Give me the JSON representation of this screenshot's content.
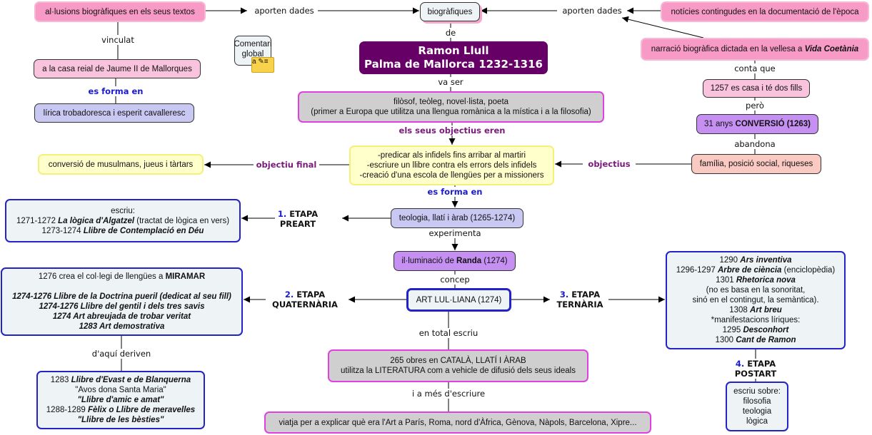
{
  "nodes": {
    "alusions": [
      [
        {
          "t": "al·lusions biogràfiques en els seus textos",
          "s": ""
        }
      ]
    ],
    "biografiques": [
      [
        {
          "t": "biogràfiques",
          "s": ""
        }
      ]
    ],
    "noticies": [
      [
        {
          "t": "notícies contingudes en la documentació de l'època",
          "s": ""
        }
      ]
    ],
    "narracio": [
      [
        {
          "t": "narració biogràfica dictada en la vellesa a ",
          "s": ""
        },
        {
          "t": "Vida Coetània",
          "s": "bi"
        }
      ]
    ],
    "casa_reial": [
      [
        {
          "t": "a la casa reial de Jaume II de Mallorques",
          "s": ""
        }
      ]
    ],
    "lirica": [
      [
        {
          "t": "lírica trobadoresca i esperit cavalleresc",
          "s": ""
        }
      ]
    ],
    "comentari": [
      [
        {
          "t": "Comentari",
          "s": ""
        }
      ],
      [
        {
          "t": "global",
          "s": ""
        }
      ]
    ],
    "ramon": [
      [
        {
          "t": "Ramon Llull",
          "s": ""
        }
      ],
      [
        {
          "t": "Palma de Mallorca 1232-1316",
          "s": ""
        }
      ]
    ],
    "filosof": [
      [
        {
          "t": "filòsof, teòleg, novel·lista, poeta",
          "s": ""
        }
      ],
      [
        {
          "t": "(primer a Europa que utilitza una llengua romànica a la mística i a la filosofia)",
          "s": ""
        }
      ]
    ],
    "casa_1257": [
      [
        {
          "t": "1257 es casa i té dos fills",
          "s": ""
        }
      ]
    ],
    "conversio": [
      [
        {
          "t": "31 anys ",
          "s": ""
        },
        {
          "t": "CONVERSIÓ (1263)",
          "s": "b"
        }
      ]
    ],
    "familia": [
      [
        {
          "t": "família, posició social, riqueses",
          "s": ""
        }
      ]
    ],
    "objectius": [
      [
        {
          "t": "-predicar als infidels fins arribar al martiri",
          "s": ""
        }
      ],
      [
        {
          "t": "-escriure un llibre contra els errors dels infidels",
          "s": ""
        }
      ],
      [
        {
          "t": "-creació d'una escola de llengües per a missioners",
          "s": ""
        }
      ]
    ],
    "musulmans": [
      [
        {
          "t": "conversió de musulmans, jueus i tàrtars",
          "s": ""
        }
      ]
    ],
    "preart": [
      [
        {
          "t": "escriu:",
          "s": ""
        }
      ],
      [
        {
          "t": "1271-1272 ",
          "s": ""
        },
        {
          "t": "La lògica d'Algatzel",
          "s": "bi"
        },
        {
          "t": " (tractat de lògica en vers)",
          "s": ""
        }
      ],
      [
        {
          "t": "1273-1274 ",
          "s": ""
        },
        {
          "t": "Llibre de Contemplació en Déu",
          "s": "bi"
        }
      ]
    ],
    "teologia": [
      [
        {
          "t": "teologia, llatí i àrab (1265-1274)",
          "s": ""
        }
      ]
    ],
    "illuminacio": [
      [
        {
          "t": "il·luminació de ",
          "s": ""
        },
        {
          "t": "Randa",
          "s": "b"
        },
        {
          "t": " (1274)",
          "s": ""
        }
      ]
    ],
    "art": [
      [
        {
          "t": "ART LUL·LIANA (1274)",
          "s": ""
        }
      ]
    ],
    "miramar": [
      [
        {
          "t": "1276 crea el col·legi de llengües a ",
          "s": ""
        },
        {
          "t": "MIRAMAR",
          "s": "b"
        }
      ],
      [
        {
          "t": " ",
          "s": ""
        }
      ],
      [
        {
          "t": "1274-1276 Llibre de la Doctrina pueril (dedicat al seu fill)",
          "s": "bi"
        }
      ],
      [
        {
          "t": "1274-1276 Llibre del gentil i dels tres savis",
          "s": "bi"
        }
      ],
      [
        {
          "t": "1274 Art abreujada de trobar veritat",
          "s": "bi"
        }
      ],
      [
        {
          "t": "1283 Art demostrativa",
          "s": "bi"
        }
      ]
    ],
    "ternaria": [
      [
        {
          "t": "1290 ",
          "s": ""
        },
        {
          "t": "Ars inventiva",
          "s": "bi"
        }
      ],
      [
        {
          "t": "1296-1297 ",
          "s": ""
        },
        {
          "t": "Arbre de ciència",
          "s": "bi"
        },
        {
          "t": " (enciclopèdia)",
          "s": ""
        }
      ],
      [
        {
          "t": "1301 ",
          "s": ""
        },
        {
          "t": "Rhetorica nova",
          "s": "bi"
        }
      ],
      [
        {
          "t": "(no es basa en la sonoritat,",
          "s": ""
        }
      ],
      [
        {
          "t": "sinó en el contingut, la semàntica).",
          "s": ""
        }
      ],
      [
        {
          "t": "1308 ",
          "s": ""
        },
        {
          "t": "Art breu",
          "s": "bi"
        }
      ],
      [
        {
          "t": "*manifestacions líriques:",
          "s": ""
        }
      ],
      [
        {
          "t": "1295 ",
          "s": ""
        },
        {
          "t": "Desconhort",
          "s": "bi"
        }
      ],
      [
        {
          "t": "1300 ",
          "s": ""
        },
        {
          "t": "Cant de Ramon",
          "s": "bi"
        }
      ]
    ],
    "obres": [
      [
        {
          "t": "265 obres en CATALÀ, LLATÍ I ÀRAB",
          "s": ""
        }
      ],
      [
        {
          "t": "utilitza la LITERATURA com a vehicle de difusió dels seus ideals",
          "s": ""
        }
      ]
    ],
    "blanquerna": [
      [
        {
          "t": "1283 ",
          "s": ""
        },
        {
          "t": "Llibre d'Evast e de Blanquerna",
          "s": "bi"
        }
      ],
      [
        {
          "t": "\"Avos dona Santa Maria\"",
          "s": ""
        }
      ],
      [
        {
          "t": "\"Llibre d'amic e amat\"",
          "s": "bi"
        }
      ],
      [
        {
          "t": "1288-1289 ",
          "s": ""
        },
        {
          "t": "Fèlix o Llibre de meravelles",
          "s": "bi"
        }
      ],
      [
        {
          "t": "\"Llibre de les bèsties\"",
          "s": "bi"
        }
      ]
    ],
    "postart": [
      [
        {
          "t": "escriu sobre:",
          "s": ""
        }
      ],
      [
        {
          "t": "filosofia",
          "s": ""
        }
      ],
      [
        {
          "t": "teologia",
          "s": ""
        }
      ],
      [
        {
          "t": "lògica",
          "s": ""
        }
      ]
    ],
    "viatja": [
      [
        {
          "t": "viatja per a explicar què era l'Art a París, Roma, nord d'Àfrica, Gènova, Nàpols, Barcelona, Xipre...",
          "s": ""
        }
      ]
    ]
  },
  "links": {
    "aporten1": [
      [
        {
          "t": "aporten dades",
          "s": ""
        }
      ]
    ],
    "aporten2": [
      [
        {
          "t": "aporten dades",
          "s": ""
        }
      ]
    ],
    "vinculat": [
      [
        {
          "t": "vinculat",
          "s": ""
        }
      ]
    ],
    "es_forma_en_1": [
      [
        {
          "t": "es forma en",
          "s": ""
        }
      ]
    ],
    "de": [
      [
        {
          "t": "de",
          "s": ""
        }
      ]
    ],
    "va_ser": [
      [
        {
          "t": "va ser",
          "s": ""
        }
      ]
    ],
    "objectius_eren": [
      [
        {
          "t": "els seus objectius eren",
          "s": ""
        }
      ]
    ],
    "conta_que": [
      [
        {
          "t": "conta que",
          "s": ""
        }
      ]
    ],
    "pero": [
      [
        {
          "t": "però",
          "s": ""
        }
      ]
    ],
    "abandona": [
      [
        {
          "t": "abandona",
          "s": ""
        }
      ]
    ],
    "objectiu_final": [
      [
        {
          "t": "objectiu final",
          "s": ""
        }
      ]
    ],
    "objectius": [
      [
        {
          "t": "objectius",
          "s": ""
        }
      ]
    ],
    "es_forma_en_2": [
      [
        {
          "t": "es forma en",
          "s": ""
        }
      ]
    ],
    "etapa1": [
      [
        {
          "t": "1.",
          "s": "num"
        },
        {
          "t": " ETAPA",
          "s": ""
        }
      ],
      [
        {
          "t": "PREART",
          "s": ""
        }
      ]
    ],
    "experimenta": [
      [
        {
          "t": "experimenta",
          "s": ""
        }
      ]
    ],
    "concep": [
      [
        {
          "t": "concep",
          "s": ""
        }
      ]
    ],
    "etapa2": [
      [
        {
          "t": "2.",
          "s": "num"
        },
        {
          "t": " ETAPA",
          "s": ""
        }
      ],
      [
        {
          "t": "QUATERNÀRIA",
          "s": ""
        }
      ]
    ],
    "etapa3": [
      [
        {
          "t": "3.",
          "s": "num"
        },
        {
          "t": " ETAPA",
          "s": ""
        }
      ],
      [
        {
          "t": "TERNÀRIA",
          "s": ""
        }
      ]
    ],
    "en_total": [
      [
        {
          "t": "en total escriu",
          "s": ""
        }
      ]
    ],
    "daqui": [
      [
        {
          "t": "d'aquí deriven",
          "s": ""
        }
      ]
    ],
    "etapa4": [
      [
        {
          "t": "4.",
          "s": "num"
        },
        {
          "t": " ETAPA",
          "s": ""
        }
      ],
      [
        {
          "t": "POSTART",
          "s": ""
        }
      ]
    ],
    "a_mes": [
      [
        {
          "t": "i a més d'escriure",
          "s": ""
        }
      ]
    ]
  },
  "icons": {
    "comment": "annotation-note-icon",
    "comment_glyph": "a"
  },
  "colors": {
    "main_node": "#660066",
    "link_blue": "#1a1ad0",
    "link_purple": "#7a1a7a",
    "node_border_magenta": "#e040e0",
    "node_border_blue": "#2323c8"
  }
}
